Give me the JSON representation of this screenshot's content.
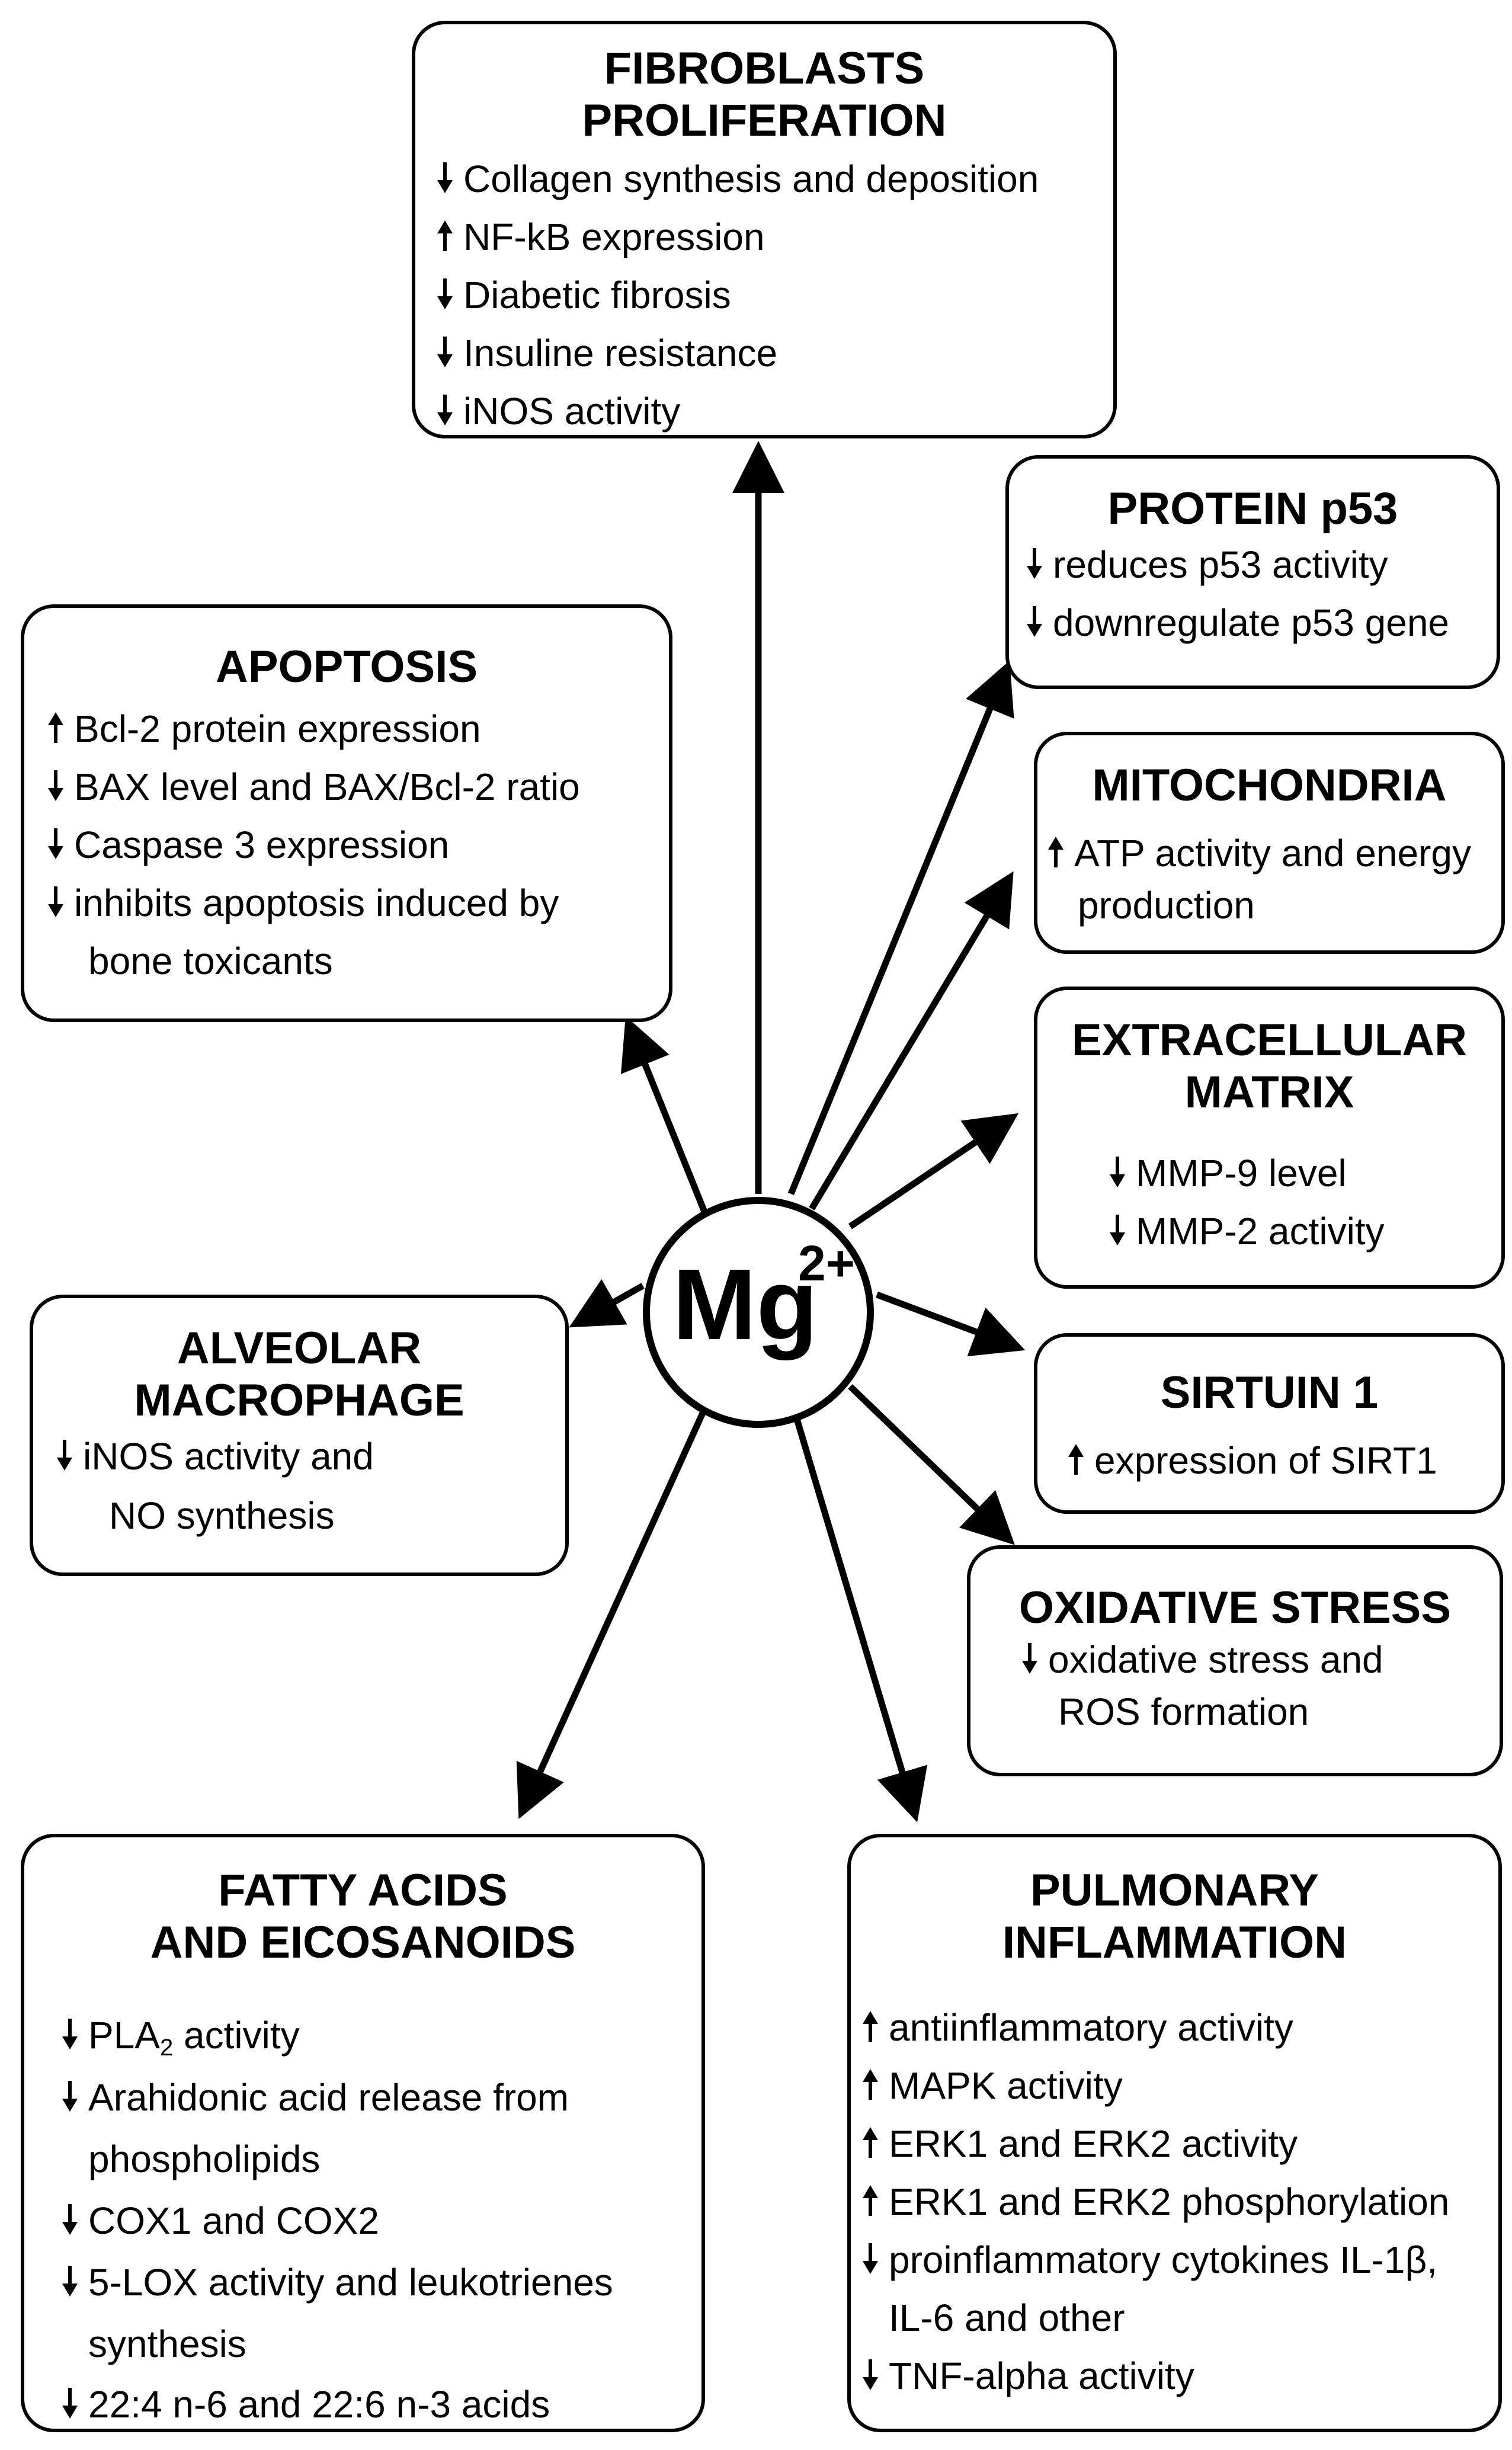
{
  "center": {
    "base": "Mg",
    "charge": "2+"
  },
  "fibroblasts": {
    "title1": "FIBROBLASTS",
    "title2": "PROLIFERATION",
    "items": [
      {
        "dir": "down",
        "text": "Collagen synthesis and deposition"
      },
      {
        "dir": "up",
        "text": "NF-kB expression"
      },
      {
        "dir": "down",
        "text": "Diabetic fibrosis"
      },
      {
        "dir": "down",
        "text": "Insuline resistance"
      },
      {
        "dir": "down",
        "text": "iNOS activity"
      }
    ]
  },
  "p53": {
    "title": "PROTEIN p53",
    "items": [
      {
        "dir": "down",
        "text": "reduces p53 activity"
      },
      {
        "dir": "down",
        "text": "downregulate p53 gene"
      }
    ]
  },
  "apoptosis": {
    "title": "APOPTOSIS",
    "items": [
      {
        "dir": "up",
        "text": "Bcl-2 protein expression"
      },
      {
        "dir": "down",
        "text": "BAX level and BAX/Bcl-2 ratio"
      },
      {
        "dir": "down",
        "text": "Caspase 3 expression"
      },
      {
        "dir": "down",
        "text": "inhibits apoptosis induced by"
      }
    ],
    "continuation": "bone toxicants"
  },
  "mitochondria": {
    "title": "MITOCHONDRIA",
    "items": [
      {
        "dir": "up",
        "text": "ATP activity and energy"
      }
    ],
    "continuation": "production"
  },
  "ecm": {
    "title1": "EXTRACELLULAR",
    "title2": "MATRIX",
    "items": [
      {
        "dir": "down",
        "text": "MMP-9 level"
      },
      {
        "dir": "down",
        "text": "MMP-2 activity"
      }
    ]
  },
  "alveolar": {
    "title1": "ALVEOLAR",
    "title2": "MACROPHAGE",
    "items": [
      {
        "dir": "down",
        "text": "iNOS activity and"
      }
    ],
    "continuation": "NO synthesis"
  },
  "sirtuin": {
    "title": "SIRTUIN 1",
    "items": [
      {
        "dir": "up",
        "text": "expression of SIRT1"
      }
    ]
  },
  "oxidative": {
    "title": "OXIDATIVE STRESS",
    "items": [
      {
        "dir": "down",
        "text": "oxidative stress and"
      }
    ],
    "continuation": "ROS formation"
  },
  "fatty": {
    "title1": "FATTY ACIDS",
    "title2": "AND EICOSANOIDS",
    "pla_main": "PLA",
    "pla_sub": "2",
    "pla_rest": " activity",
    "items": [
      {
        "dir": "down",
        "text": "Arahidonic acid release from"
      },
      {
        "dir": "down",
        "text": "COX1 and COX2"
      },
      {
        "dir": "down",
        "text": "5-LOX activity and leukotrienes"
      },
      {
        "dir": "down",
        "text": "22:4 n-6 and 22:6 n-3 acids"
      }
    ],
    "cont1": "phospholipids",
    "cont2": "synthesis"
  },
  "pulmonary": {
    "title1": "PULMONARY",
    "title2": "INFLAMMATION",
    "items": [
      {
        "dir": "up",
        "text": "antiinflammatory activity"
      },
      {
        "dir": "up",
        "text": "MAPK activity"
      },
      {
        "dir": "up",
        "text": "ERK1 and ERK2 activity"
      },
      {
        "dir": "up",
        "text": "ERK1 and ERK2 phosphorylation"
      },
      {
        "dir": "down",
        "text": "proinflammatory cytokines IL-1β,"
      },
      {
        "dir": "down",
        "text": "TNF-alpha activity"
      }
    ],
    "continuation": "IL-6 and other"
  }
}
